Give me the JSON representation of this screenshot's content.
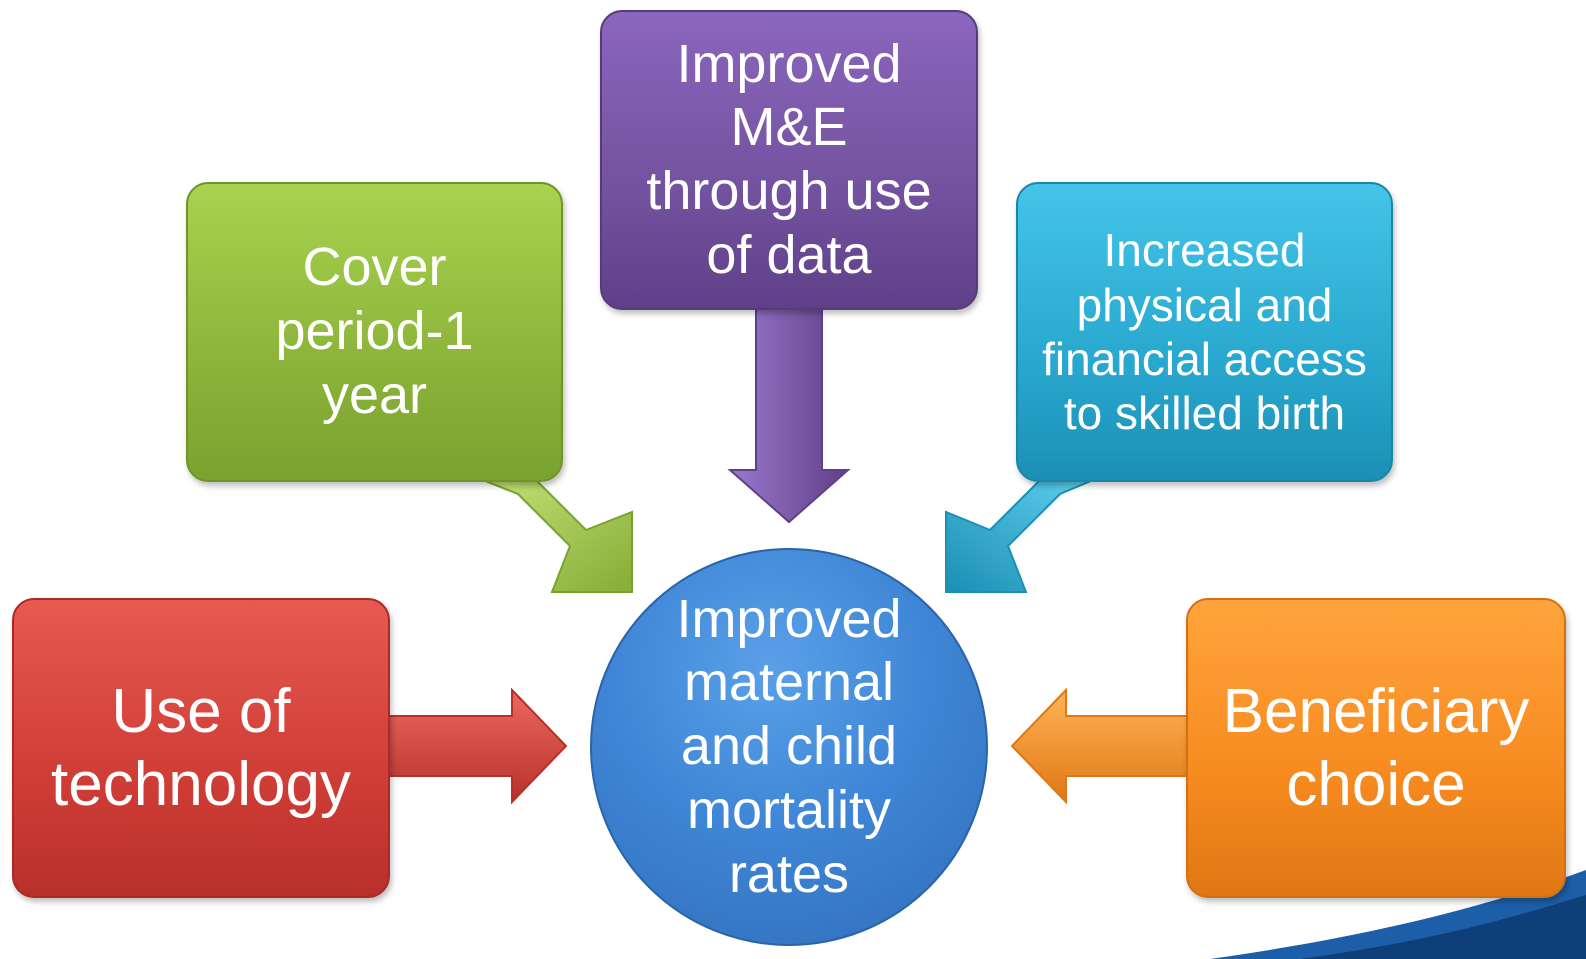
{
  "center": {
    "lines": [
      "Improved",
      "maternal",
      "and child",
      "mortality",
      "rates"
    ]
  },
  "nodes": {
    "green": {
      "lines": [
        "Cover",
        "period-1",
        "year"
      ],
      "color": "#8cb43a"
    },
    "purple": {
      "lines": [
        "Improved",
        "M&E",
        "through use",
        "of data"
      ],
      "color": "#73529f"
    },
    "cyan": {
      "lines": [
        "Increased",
        "physical and",
        "financial access",
        "to skilled birth"
      ],
      "color": "#29a8cf"
    },
    "red": {
      "lines": [
        "Use of",
        "technology"
      ],
      "color": "#cf3d36"
    },
    "orange": {
      "lines": [
        "Beneficiary",
        "choice"
      ],
      "color": "#f68a1f"
    }
  },
  "center_color": "#3f86d6"
}
